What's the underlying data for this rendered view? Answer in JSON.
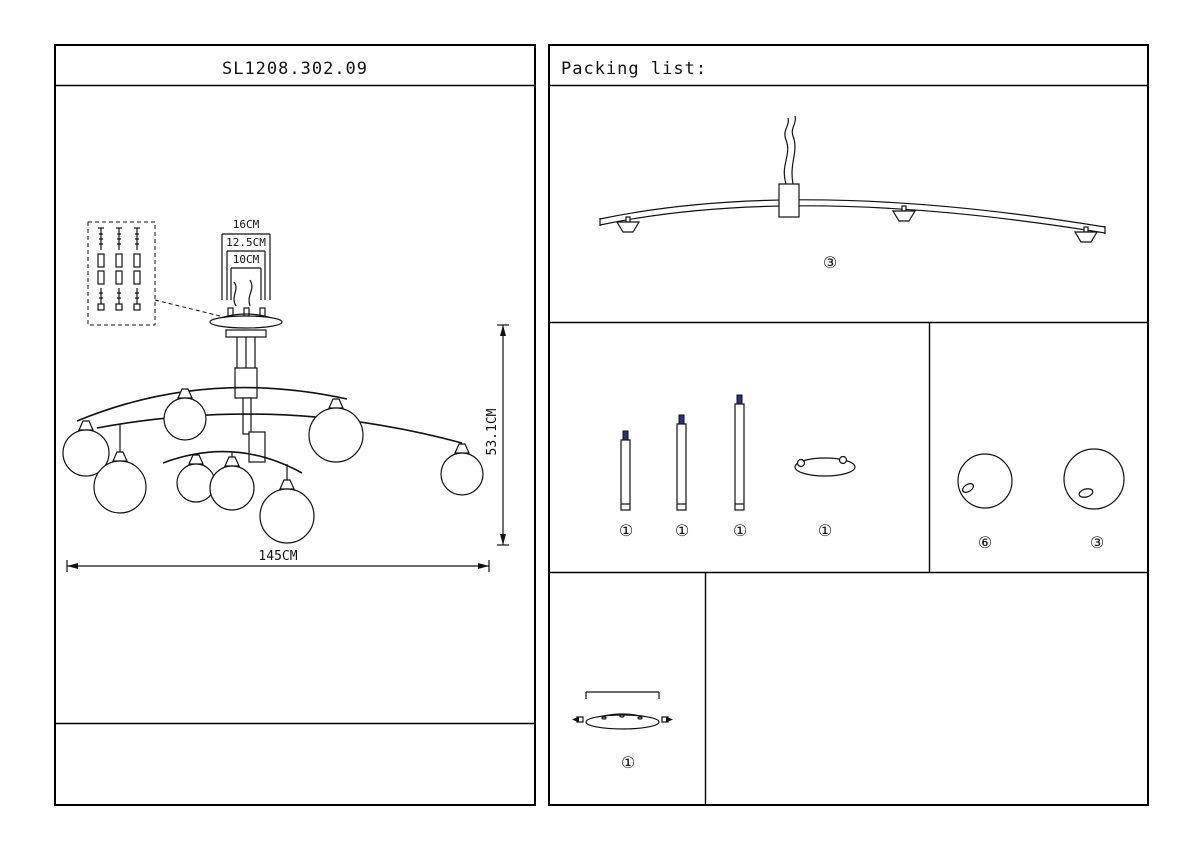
{
  "left_panel": {
    "title": "SL1208.302.09",
    "dims": {
      "top_outer": "16CM",
      "top_middle": "12.5CM",
      "top_inner": "10CM",
      "width": "145CM",
      "height": "53.1CM"
    }
  },
  "packing": {
    "title": "Packing list:",
    "items": {
      "arm": "③",
      "rod_short": "①",
      "rod_medium": "①",
      "rod_long": "①",
      "ring": "①",
      "shade_small": "⑥",
      "shade_large": "③",
      "canopy": "①"
    }
  },
  "colors": {
    "ink": "#111111",
    "stud_blue": "#2b2e83"
  }
}
